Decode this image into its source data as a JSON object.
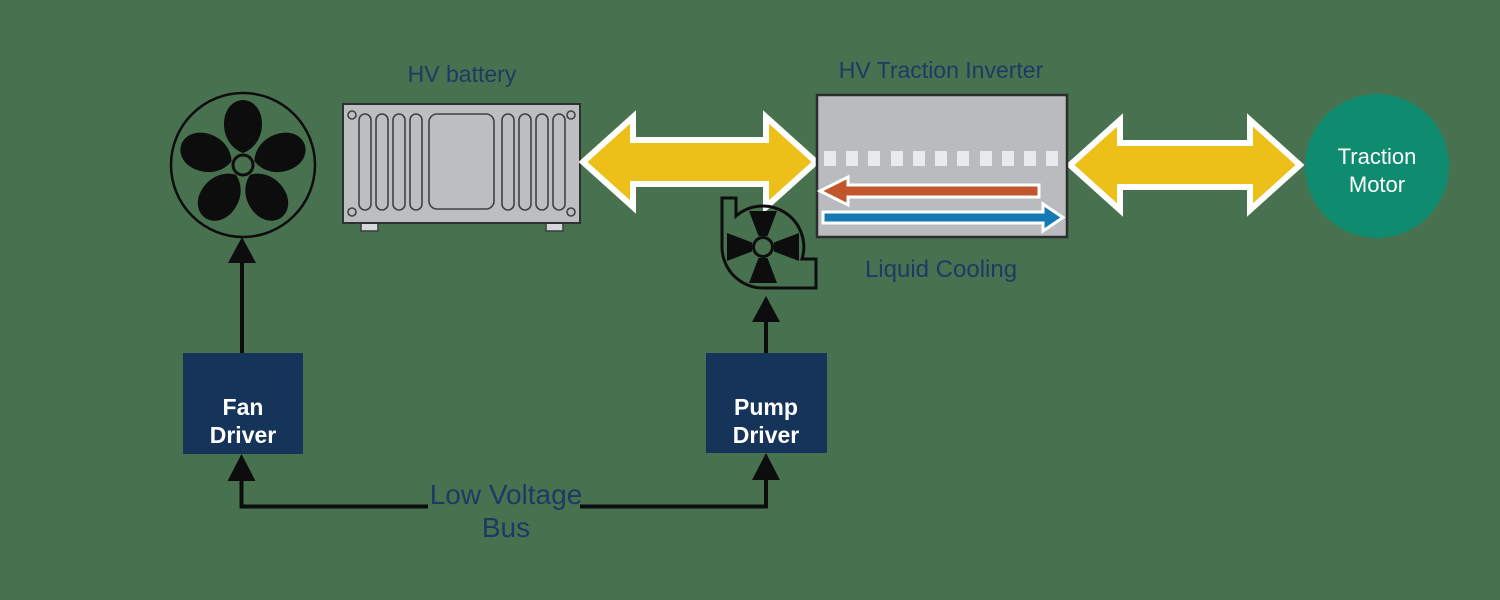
{
  "diagram_title": "",
  "labels": {
    "hv_battery": "HV battery",
    "hv_traction_inverter": "HV Traction Inverter",
    "liquid_cooling": "Liquid Cooling",
    "low_voltage_bus": {
      "line1": "Low Voltage",
      "line2": "Bus"
    },
    "traction_motor": {
      "line1": "Traction",
      "line2": "Motor"
    },
    "fan_driver": {
      "line1": "Fan",
      "line2": "Driver"
    },
    "pump_driver": {
      "line1": "Pump",
      "line2": "Driver"
    }
  },
  "icons": {
    "fan": "fan-icon",
    "pump": "centrifugal-pump-icon",
    "battery": "hv-battery-icon",
    "inverter": "hv-traction-inverter-icon",
    "motor": "traction-motor-circle",
    "power_link": "double-arrow-icon",
    "coolant_hot": "coolant-hot-arrow-icon",
    "coolant_cold": "coolant-cold-arrow-icon"
  },
  "colors": {
    "bg": "#48714F",
    "ink": "#0D0D0D",
    "label": "#1E3A64",
    "navy": "#16345A",
    "yellow": "#EDC019",
    "orange": "#C1562C",
    "blue": "#1579B5",
    "teal": "#0F8C6F",
    "battery_gray": "#BCBEC0",
    "inverter_gray": "#B9BBBE",
    "cell_white": "#E9EAEC",
    "text_white": "#FFFFFF"
  }
}
